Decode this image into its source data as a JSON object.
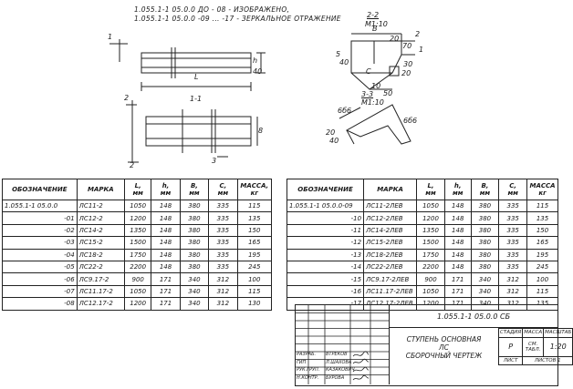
{
  "notes": {
    "line1": "1.055.1-1  05.0.0  ДО - 08   - ИЗОБРАЖЕНО,",
    "line2": "1.055.1-1  05.0.0  -09 ... -17 - ЗЕРКАЛЬНОЕ ОТРАЖЕНИЕ"
  },
  "drawing_labels": {
    "section_1": "1",
    "section_2": "2",
    "section_3": "3",
    "section_11": "1-1",
    "length_L": "L",
    "height_h": "h",
    "dim_40": "40",
    "dim_40b": "40",
    "view_22": "2-2",
    "view_22_scale": "М1:10",
    "view_33": "3-3",
    "view_33_scale": "М1:10",
    "dim_B": "B",
    "dim_20": "20",
    "dim_70": "70",
    "dim_C": "C",
    "dim_30": "30",
    "dim_50": "50",
    "dim_10": "10",
    "dim_20b": "20",
    "dim_5": "5",
    "dim_8": "8",
    "dim_2": "2",
    "dim_1": "1",
    "dim_666a": "6б6",
    "dim_666b": "6б6",
    "dim_20c": "20",
    "dim_40c": "40"
  },
  "table_left": {
    "headers": [
      "ОБОЗНАЧЕНИЕ",
      "МАРКА",
      "L,",
      "мм",
      "h,",
      "мм",
      "B,",
      "мм",
      "C,",
      "мм",
      "МАССА,",
      "кг"
    ],
    "rows": [
      [
        "1.055.1-1 05.0.0",
        "ЛС11-2",
        "1050",
        "148",
        "380",
        "335",
        "115"
      ],
      [
        "-01",
        "ЛС12-2",
        "1200",
        "148",
        "380",
        "335",
        "135"
      ],
      [
        "-02",
        "ЛС14-2",
        "1350",
        "148",
        "380",
        "335",
        "150"
      ],
      [
        "-03",
        "ЛС15-2",
        "1500",
        "148",
        "380",
        "335",
        "165"
      ],
      [
        "-04",
        "ЛС18-2",
        "1750",
        "148",
        "380",
        "335",
        "195"
      ],
      [
        "-05",
        "ЛС22-2",
        "2200",
        "148",
        "380",
        "335",
        "245"
      ],
      [
        "-06",
        "ЛС9.17-2",
        "900",
        "171",
        "340",
        "312",
        "100"
      ],
      [
        "-07",
        "ЛС11.17-2",
        "1050",
        "171",
        "340",
        "312",
        "115"
      ],
      [
        "-08",
        "ЛС12.17-2",
        "1200",
        "171",
        "340",
        "312",
        "130"
      ]
    ]
  },
  "table_right": {
    "headers": [
      "ОБОЗНАЧЕНИЕ",
      "МАРКА",
      "L,",
      "мм",
      "h,",
      "мм",
      "B,",
      "мм",
      "C,",
      "мм",
      "МАССА",
      "кг"
    ],
    "rows": [
      [
        "1.055.1-1 05.0.0-09",
        "ЛС11-2ЛЕВ",
        "1050",
        "148",
        "380",
        "335",
        "115"
      ],
      [
        "-10",
        "ЛС12-2ЛЕВ",
        "1200",
        "148",
        "380",
        "335",
        "135"
      ],
      [
        "-11",
        "ЛС14-2ЛЕВ",
        "1350",
        "148",
        "380",
        "335",
        "150"
      ],
      [
        "-12",
        "ЛС15-2ЛЕВ",
        "1500",
        "148",
        "380",
        "335",
        "165"
      ],
      [
        "-13",
        "ЛС18-2ЛЕВ",
        "1750",
        "148",
        "380",
        "335",
        "195"
      ],
      [
        "-14",
        "ЛС22-2ЛЕВ",
        "2200",
        "148",
        "380",
        "335",
        "245"
      ],
      [
        "-15",
        "ЛС9.17-2ЛЕВ",
        "900",
        "171",
        "340",
        "312",
        "100"
      ],
      [
        "-16",
        "ЛС11.17-2ЛЕВ",
        "1050",
        "171",
        "340",
        "312",
        "115"
      ],
      [
        "-17",
        "ЛС12.17-2ЛЕВ",
        "1200",
        "171",
        "340",
        "312",
        "135"
      ]
    ]
  },
  "title_block": {
    "doc_code": "1.055.1-1 05.0.0 СБ",
    "title_line1": "СТУПЕНЬ  ОСНОВНАЯ",
    "title_line2": "ЛС",
    "title_line3": "СБОРОЧНЫЙ ЧЕРТЕЖ",
    "col_stage": "СТАДИЯ",
    "col_mass": "МАССА",
    "col_scale": "МАСШТАБ",
    "stage": "Р",
    "mass": "СМ. ТАБЛ.",
    "scale": "1:20",
    "sheet": "ЛИСТ",
    "sheets": "ЛИСТОВ 1",
    "roles": [
      {
        "role": "РАЗРАБ.",
        "name": "ВТРЕКОВ"
      },
      {
        "role": "ГИП",
        "name": "Л.ШАХОВА"
      },
      {
        "role": "РУК.ГРУП.",
        "name": "КАЗАКОВИЧ"
      },
      {
        "role": "Н.КОНТР.",
        "name": "БУРОВА"
      }
    ]
  }
}
